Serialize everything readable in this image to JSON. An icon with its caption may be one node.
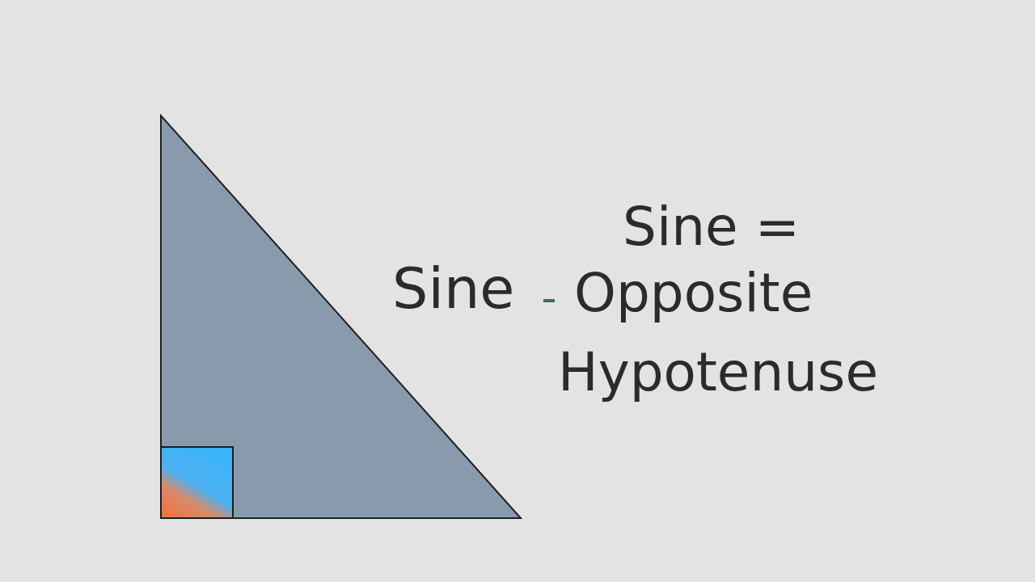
{
  "diagram": {
    "labels": [
      "Sine =",
      "Sine",
      "Opposite",
      "Hypotenuse"
    ]
  }
}
